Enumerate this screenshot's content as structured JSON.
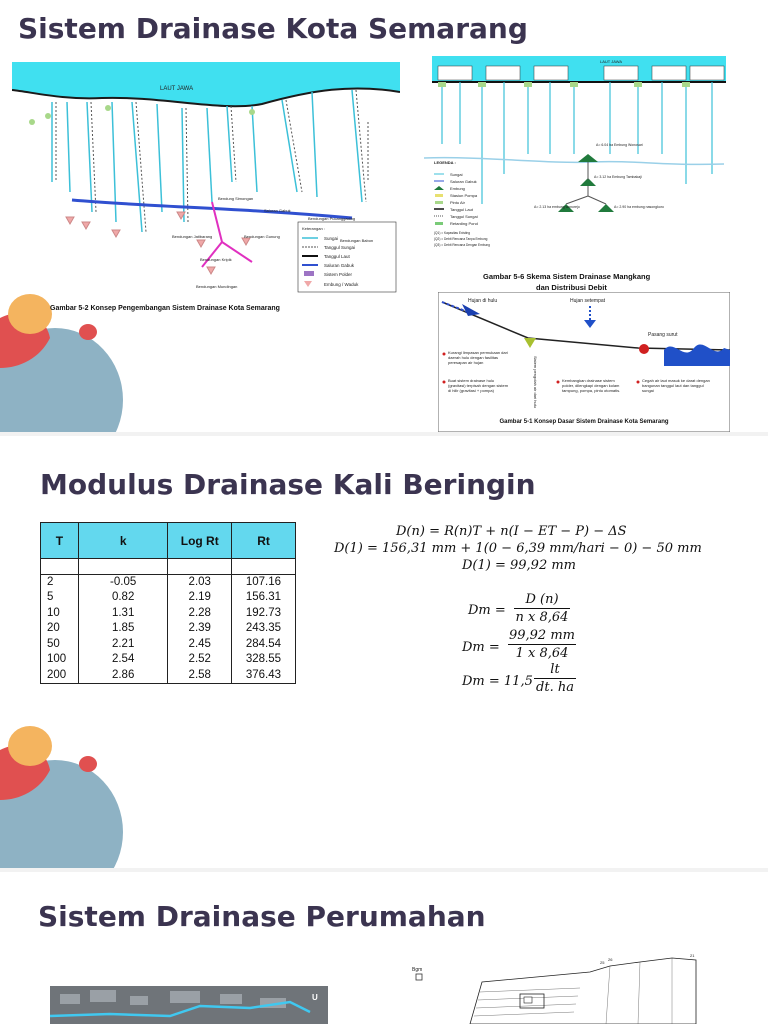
{
  "slide1": {
    "title": "Sistem Drainase Kota Semarang",
    "map": {
      "sea_label": "LAUT JAWA",
      "caption": "Gambar 5-2 Konsep Pengembangan Sistem Drainase Kota Semarang",
      "legend_title": "Keterangan :",
      "legend": [
        "Sungai",
        "Tanggul Sungai",
        "Tanggul Laut",
        "Saluran Gabuk",
        "Sistem Polder",
        "Embung / Waduk"
      ],
      "labels": [
        "Bendung Simongan",
        "Bendungan Pucanggading",
        "Bendungan Jatibarang",
        "Bendungan Gunung",
        "Bendungan Babon",
        "Bendungan Kripik",
        "Bendungan Mundingan",
        "Saluran Gabuk"
      ]
    },
    "scheme": {
      "sea_label": "LAUT JAWA",
      "legend_title": "LEGENDA :",
      "legend": [
        "Sungai",
        "Saluran Gabuk",
        "Embung",
        "Stasiun Pompa",
        "Pintu Air",
        "Tanggul Laut",
        "Tanggul Sungai",
        "Retarding Pond"
      ],
      "notes": [
        "(Q1) = Kapasitas Existing",
        "(Q2) = Debit Rencana Tanpa Embung",
        "(Q3) = Debit Rencana Dengan Embung"
      ],
      "labels": [
        "A= 6.04 ha Embung Wonosari",
        "A= 3.12 ha Embung Tambakaji",
        "A= 2.13 ha embung wonorejo",
        "A= 2.90 ha embung nasongkoro"
      ],
      "caption_line1": "Gambar 5-6  Skema Sistem Drainase Mangkang",
      "caption_line2": "dan Distribusi Debit"
    },
    "concept": {
      "label_rain_up": "Hujan di hulu",
      "label_rain_mid": "Hujan setempat",
      "label_tide": "Pasang surut",
      "label_vertical": "Sistem pengolah air dari hulu",
      "bullet1": "Kurangi limpasan permukaan dari daerah hulu dengan fasilitas peresapan air hujan",
      "bullet2": "Buat sistem drainase hulu (gravitasi) terpisah dengan sistem di hilir (gravitasi + pompa)",
      "bullet3": "Kembangkan drainase sistem polder, dilengkapi dengan kolam tampung, pompa, pintu otomatis.",
      "bullet4": "Cegah air laut masuk ke darat dengan bangunan tanggul laut dan tanggul sungai",
      "caption": "Gambar 5-1 Konsep Dasar Sistem Drainase Kota Semarang"
    }
  },
  "slide2": {
    "title": "Modulus Drainase Kali Beringin",
    "table": {
      "headers": [
        "T",
        "k",
        "Log Rt",
        "Rt"
      ],
      "rows": [
        [
          "2",
          "-0.05",
          "2.03",
          "107.16"
        ],
        [
          "5",
          "0.82",
          "2.19",
          "156.31"
        ],
        [
          "10",
          "1.31",
          "2.28",
          "192.73"
        ],
        [
          "20",
          "1.85",
          "2.39",
          "243.35"
        ],
        [
          "50",
          "2.21",
          "2.45",
          "284.54"
        ],
        [
          "100",
          "2.54",
          "2.52",
          "328.55"
        ],
        [
          "200",
          "2.86",
          "2.58",
          "376.43"
        ]
      ]
    },
    "equations": {
      "eq1": "D(n) =  R(n)T  +  n(I − ET  −  P) −  ΔS",
      "eq2": "D(1) = 156,31 mm  + 1(0 − 6,39 mm/hari  − 0) − 50 mm",
      "eq3": "D(1) = 99,92 mm",
      "dm_lhs1": "Dm  =",
      "dm_num1": "D (n)",
      "dm_den1": "n x 8,64",
      "dm_lhs2": "Dm  =",
      "dm_num2": "99,92 mm",
      "dm_den2": "1 x 8,64",
      "dm_lhs3": "Dm  = 11,5",
      "dm_num3": "lt",
      "dm_den3": "dt. ha"
    }
  },
  "slide3": {
    "title": "Sistem Drainase Perumahan",
    "map_label": "U",
    "plan_legend": "Bgm",
    "plan_numbers": [
      "25",
      "26",
      "21"
    ]
  },
  "colors": {
    "title": "#3b3450",
    "deco_orange": "#f4b45f",
    "deco_red": "#e05050",
    "deco_blue": "#8eb2c4",
    "table_header": "#63d8ee",
    "sea": "#40e0f0"
  }
}
